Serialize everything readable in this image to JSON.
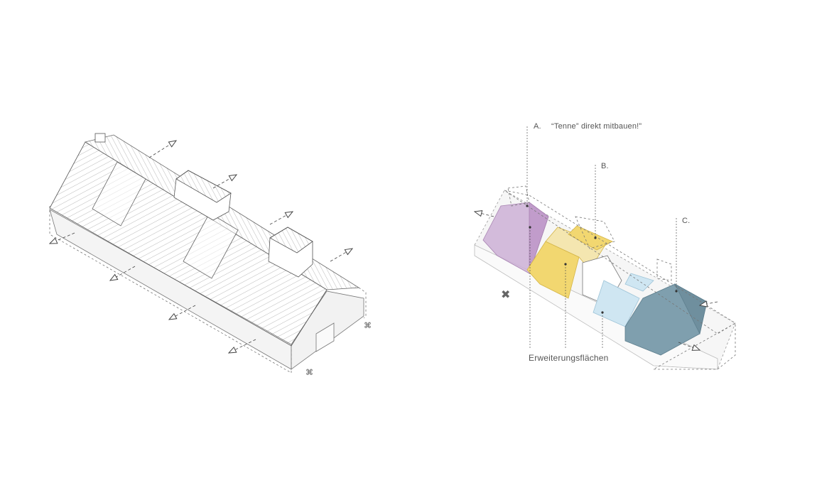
{
  "labels": {
    "a_letter": "A.",
    "a_text": "“Tenne” direkt mitbauen!”",
    "b": "B.",
    "c": "C.",
    "erweiterung": "Erweiterungsflächen"
  },
  "colors": {
    "line": "#555555",
    "faint": "#aaaaaa",
    "purple": "#cdb0d6",
    "yellow": "#f2d770",
    "light_yellow": "#f4e6b0",
    "light_blue": "#cfe6f2",
    "steel_blue": "#7f9fae"
  }
}
